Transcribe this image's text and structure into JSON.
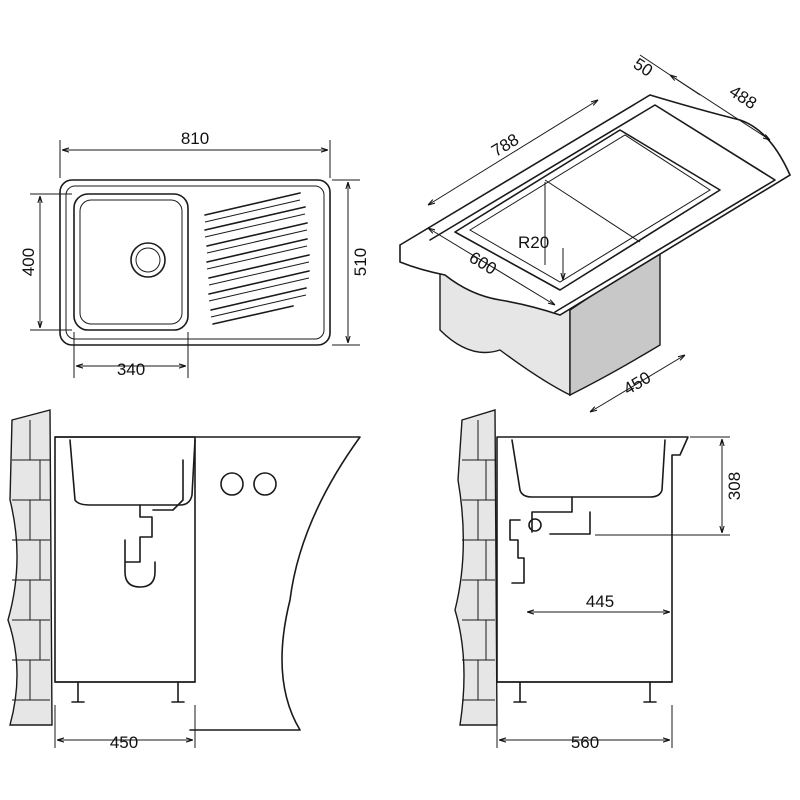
{
  "top_view": {
    "width": "810",
    "bowl_depth": "400",
    "depth": "510",
    "bowl_width": "340"
  },
  "iso_view": {
    "length": "788",
    "edge": "50",
    "width": "488",
    "radius": "R20",
    "cabinet_width": "600",
    "cabinet_depth": "450"
  },
  "front_view": {
    "cabinet_width": "450"
  },
  "side_view": {
    "bowl_height": "308",
    "drain_offset": "445",
    "cabinet_depth": "560"
  }
}
